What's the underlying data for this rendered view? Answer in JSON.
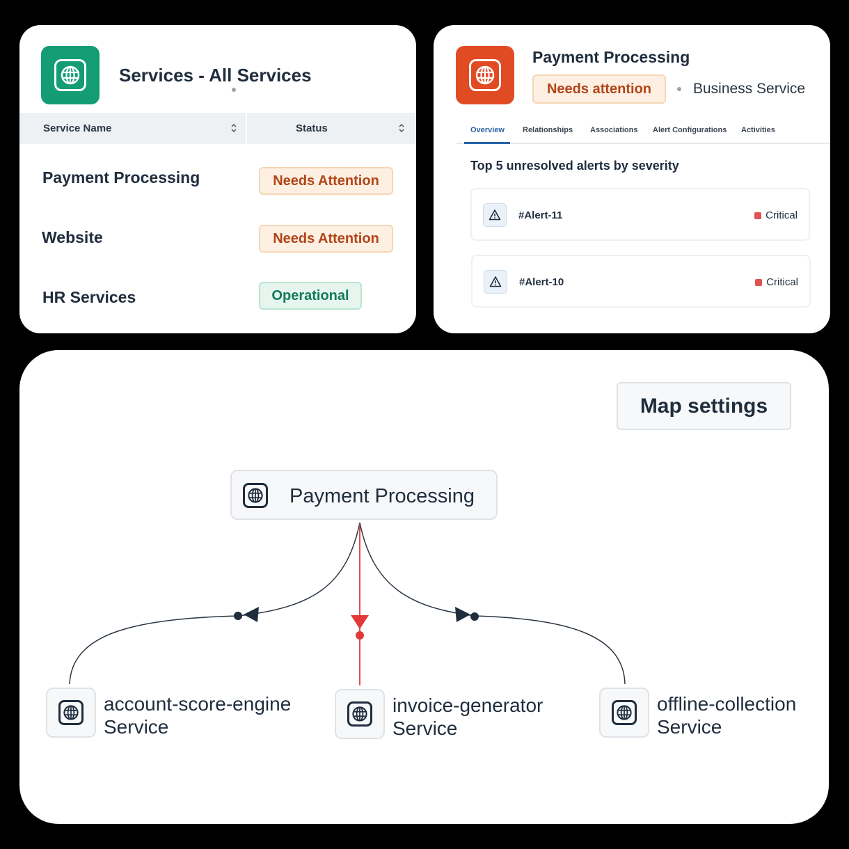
{
  "services_card": {
    "title": "Services - All Services",
    "columns": [
      "Service Name",
      "Status"
    ],
    "rows": [
      {
        "name": "Payment Processing",
        "status": "Needs Attention"
      },
      {
        "name": "Website",
        "status": "Needs Attention"
      },
      {
        "name": "HR Services",
        "status": "Operational"
      }
    ],
    "icon": "globe-icon",
    "icon_color": "#149c74"
  },
  "detail_card": {
    "title": "Payment Processing",
    "status": "Needs attention",
    "type": "Business Service",
    "icon": "globe-icon",
    "icon_color": "#e14b24",
    "tabs": [
      "Overview",
      "Relationships",
      "Associations",
      "Alert Configurations",
      "Activities"
    ],
    "active_tab": "Overview",
    "alerts_heading": "Top 5 unresolved alerts by severity",
    "alerts": [
      {
        "id": "#Alert-11",
        "severity": "Critical"
      },
      {
        "id": "#Alert-10",
        "severity": "Critical"
      }
    ]
  },
  "map": {
    "settings_label": "Map settings",
    "root": {
      "label": "Payment Processing",
      "icon": "globe-icon"
    },
    "children": [
      {
        "name": "account-score-engine",
        "kind": "Service",
        "edge_color": "#1f2d3d"
      },
      {
        "name": "invoice-generator",
        "kind": "Service",
        "edge_color": "#e03a3a"
      },
      {
        "name": "offline-collection",
        "kind": "Service",
        "edge_color": "#1f2d3d"
      }
    ]
  }
}
